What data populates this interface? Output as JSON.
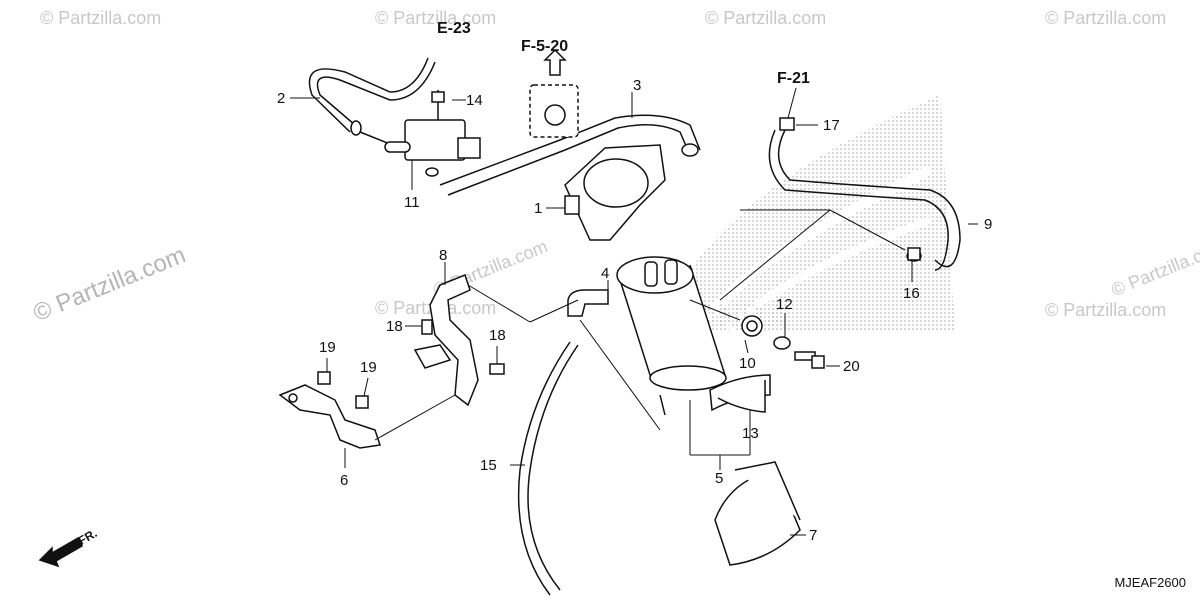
{
  "watermarks": {
    "small": "© Partzilla.com",
    "large": "© Partzilla.com"
  },
  "references": {
    "e23": "E-23",
    "f520": "F-5-20",
    "f21": "F-21"
  },
  "callouts": {
    "c1": "1",
    "c2": "2",
    "c3": "3",
    "c4": "4",
    "c5": "5",
    "c6": "6",
    "c7": "7",
    "c8": "8",
    "c9": "9",
    "c10": "10",
    "c11": "11",
    "c12": "12",
    "c13": "13",
    "c14": "14",
    "c15": "15",
    "c16": "16",
    "c17": "17",
    "c18a": "18",
    "c18b": "18",
    "c19a": "19",
    "c19b": "19",
    "c20": "20"
  },
  "front_label": "FR.",
  "diagram_code": "MJEAF2600",
  "colors": {
    "line": "#111111",
    "part_fill": "#ffffff",
    "shade": "#d9d9d9",
    "watermark": "#c8c8c8"
  }
}
